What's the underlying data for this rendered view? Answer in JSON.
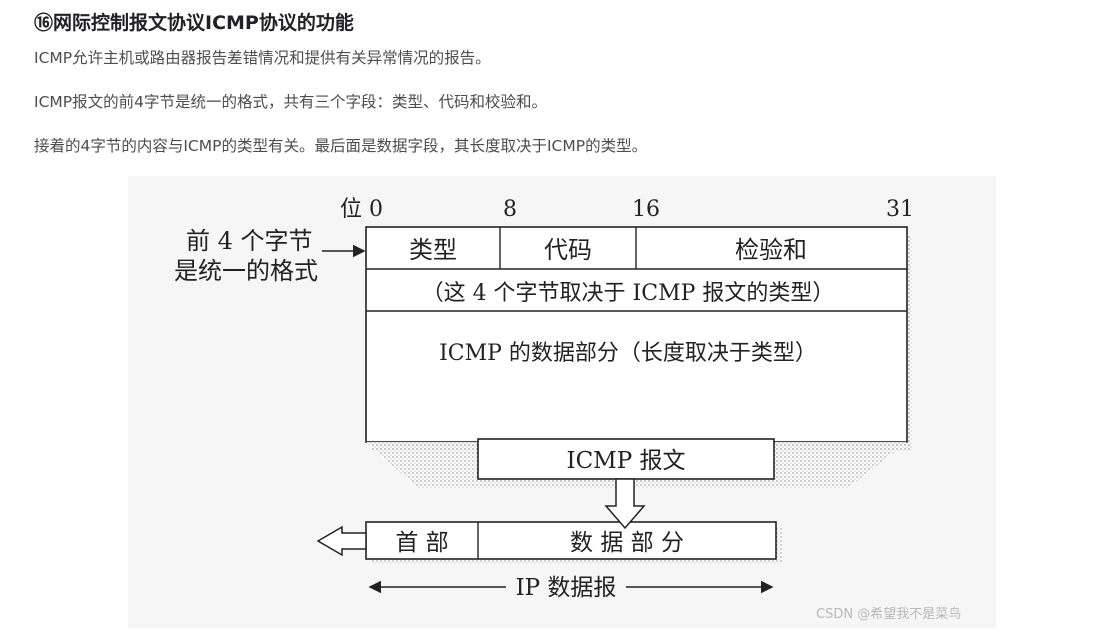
{
  "article": {
    "heading": "⑯网际控制报文协议ICMP协议的功能",
    "paragraphs": [
      "ICMP允许主机或路由器报告差错情况和提供有关异常情况的报告。",
      "ICMP报文的前4字节是统一的格式，共有三个字段：类型、代码和校验和。",
      "接着的4字节的内容与ICMP的类型有关。最后面是数据字段，其长度取决于ICMP的类型。"
    ]
  },
  "figure": {
    "bit_positions": {
      "label": "位",
      "b0": "0",
      "b8": "8",
      "b16": "16",
      "b31": "31"
    },
    "side_note": {
      "line1": "前 4 个字节",
      "line2": "是统一的格式"
    },
    "header_fields": {
      "type": "类型",
      "code": "代码",
      "checksum": "检验和"
    },
    "second_row": "（这 4 个字节取决于 ICMP 报文的类型）",
    "data_row": "ICMP 的数据部分（长度取决于类型）",
    "icmp_message": "ICMP 报文",
    "ip_header": "首 部",
    "ip_data": "数 据 部 分",
    "ip_datagram": "IP 数据报"
  },
  "watermark": "CSDN @希望我不是菜鸟"
}
